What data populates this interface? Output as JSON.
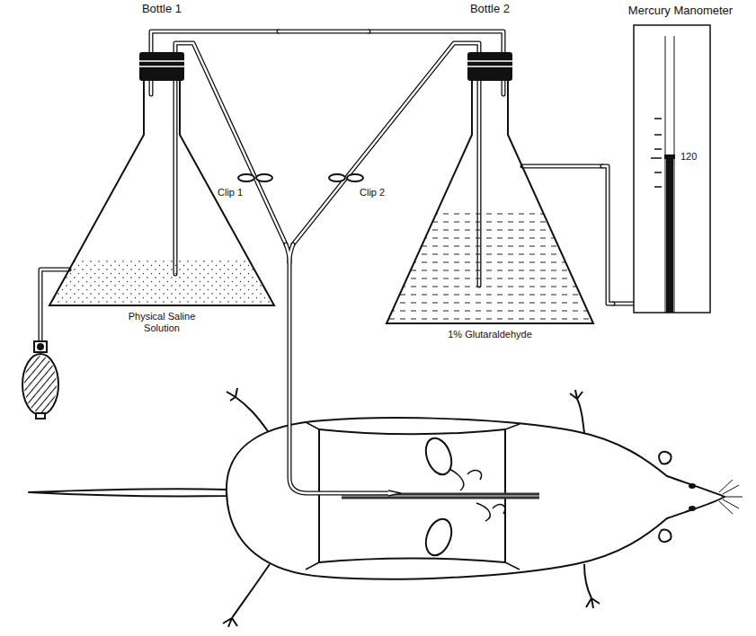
{
  "diagram": {
    "nodes": [
      {
        "text": [
          "Bottle 1",
          "Physical Saline Solution"
        ]
      },
      {
        "text": [
          "Bottle 2",
          "1% Glutaraldehyde"
        ]
      },
      {
        "text": [
          "Mercury Manometer"
        ]
      }
    ],
    "edges": [
      {
        "from": 0,
        "to": 1,
        "arrow": "none"
      },
      {
        "from": 1,
        "to": 2,
        "arrow": "none"
      }
    ],
    "labels": [
      "Clip 1",
      "Clip 2",
      "120"
    ]
  }
}
